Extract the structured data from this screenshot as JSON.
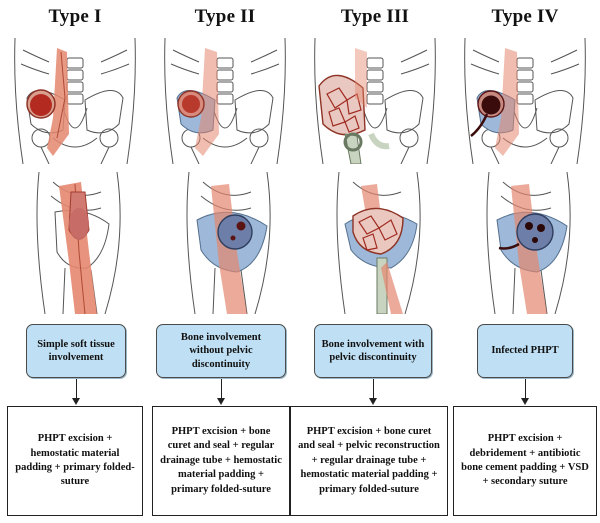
{
  "columns": [
    {
      "title": "Type I",
      "category": "Simple soft tissue involvement",
      "treatment": "PHPT excision + hemostatic material padding + primary folded-suture"
    },
    {
      "title": "Type II",
      "category": "Bone involvement without pelvic discontinuity",
      "treatment": "PHPT excision + bone curet and seal + regular drainage tube + hemostatic material padding + primary folded-suture"
    },
    {
      "title": "Type III",
      "category": "Bone involvement with pelvic discontinuity",
      "treatment": "PHPT excision + bone curet and seal + pelvic reconstruction + regular drainage tube + hemostatic material padding + primary folded-suture"
    },
    {
      "title": "Type IV",
      "category": "Infected PHPT",
      "treatment": "PHPT excision + debridement + antibiotic bone cement padding + VSD + secondary suture"
    }
  ],
  "colors": {
    "category_fill": "#bfe0f4",
    "muscle": "#e4876f",
    "tumor": "#c0392b",
    "bone_blue": "#9db8d8",
    "implant": "#c8d4c0"
  }
}
